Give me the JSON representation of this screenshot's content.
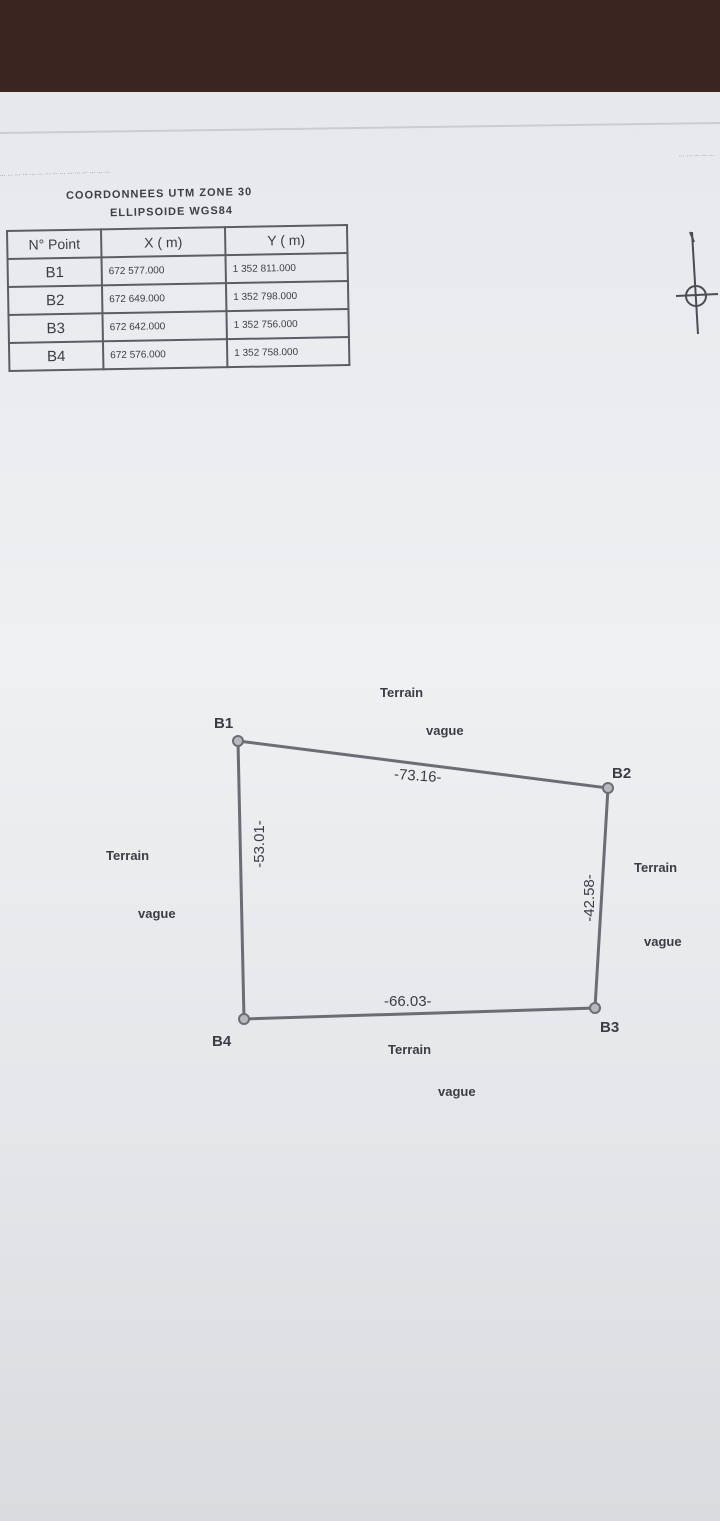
{
  "header": {
    "note_left": "... ... ... ... ... ... ... ... ... ... ... ... ... ... ...",
    "note_right": "... ... ... ... ...",
    "title_line1": "COORDONNEES UTM ZONE 30",
    "title_line2": "ELLIPSOIDE WGS84"
  },
  "table": {
    "columns": [
      "N° Point",
      "X ( m)",
      "Y ( m)"
    ],
    "rows": [
      {
        "point": "B1",
        "x": "672 577.000",
        "y": "1 352 811.000"
      },
      {
        "point": "B2",
        "x": "672 649.000",
        "y": "1 352 798.000"
      },
      {
        "point": "B3",
        "x": "672 642.000",
        "y": "1 352 756.000"
      },
      {
        "point": "B4",
        "x": "672 576.000",
        "y": "1 352 758.000"
      }
    ]
  },
  "plan": {
    "vertices": {
      "b1": "B1",
      "b2": "B2",
      "b3": "B3",
      "b4": "B4"
    },
    "distances": {
      "top": "-73.16-",
      "right": "-42.58-",
      "bottom": "-66.03-",
      "left": "-53.01-"
    },
    "neighbors": {
      "north": [
        "Terrain",
        "vague"
      ],
      "east": [
        "Terrain",
        "vague"
      ],
      "south": [
        "Terrain",
        "vague"
      ],
      "west": [
        "Terrain",
        "vague"
      ]
    }
  }
}
